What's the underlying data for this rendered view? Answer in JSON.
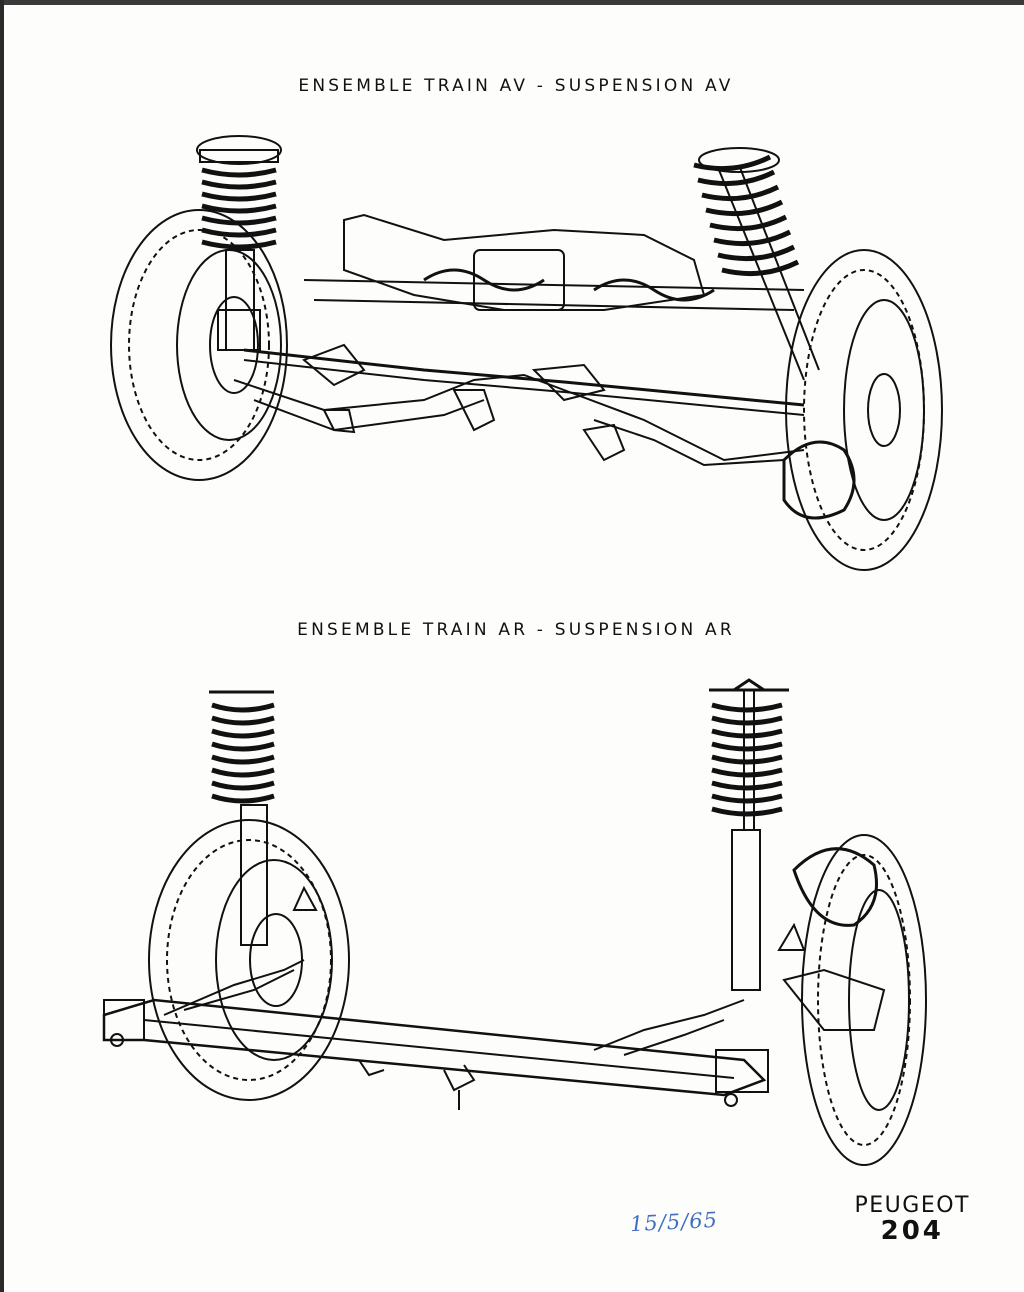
{
  "captions": {
    "front": "ENSEMBLE TRAIN AV - SUSPENSION AV",
    "rear": "ENSEMBLE TRAIN AR - SUSPENSION AR"
  },
  "brand": {
    "name": "PEUGEOT",
    "model": "204"
  },
  "handwritten_date": "15/5/65",
  "colors": {
    "ink": "#111111",
    "paper": "#fdfdfc",
    "handwriting": "#3f6fbf"
  }
}
